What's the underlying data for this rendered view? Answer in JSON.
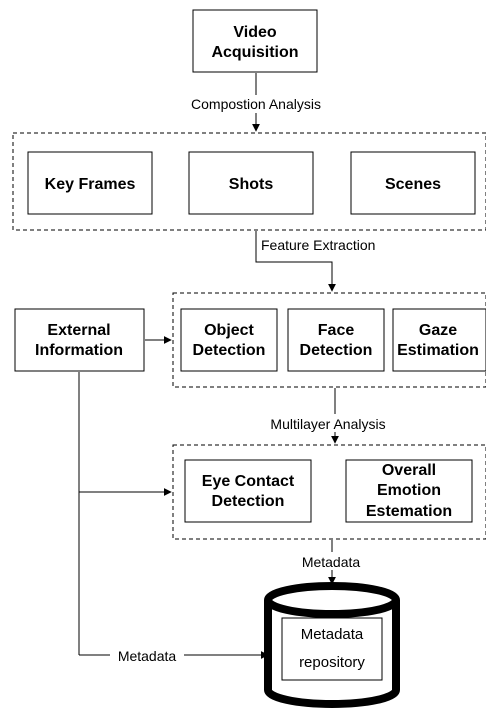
{
  "nodes": {
    "video_acquisition": [
      "Video",
      "Acquisition"
    ],
    "key_frames": [
      "Key Frames"
    ],
    "shots": [
      "Shots"
    ],
    "scenes": [
      "Scenes"
    ],
    "external_information": [
      "External",
      "Information"
    ],
    "object_detection": [
      "Object",
      "Detection"
    ],
    "face_detection": [
      "Face",
      "Detection"
    ],
    "gaze_estimation": [
      "Gaze",
      "Estimation"
    ],
    "eye_contact_detection": [
      "Eye Contact",
      "Detection"
    ],
    "overall_emotion_estemation": [
      "Overall",
      "Emotion",
      "Estemation"
    ],
    "metadata_repository": [
      "Metadata",
      "repository"
    ]
  },
  "edges": {
    "composition_analysis": "Compostion Analysis",
    "feature_extraction": "Feature Extraction",
    "multilayer_analysis": "Multilayer Analysis",
    "metadata_top": "Metadata",
    "metadata_side": "Metadata"
  }
}
